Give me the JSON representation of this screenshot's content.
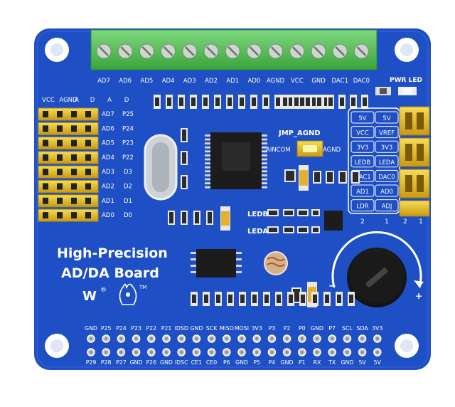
{
  "board": {
    "title_line1": "High-Precision",
    "title_line2": "AD/DA Board",
    "logo_mark": "W",
    "logo_reg": "®",
    "tm_mark": "TM",
    "colors": {
      "pcb": "#1f4fc4",
      "silkscreen": "#ffffff",
      "terminal": "#5fc45f",
      "header_gold": "#e8c31e",
      "chip": "#1c1c1c"
    }
  },
  "terminal_labels": [
    "AD7",
    "AD6",
    "AD5",
    "AD4",
    "AD3",
    "AD2",
    "AD1",
    "AD0",
    "AGND",
    "VCC",
    "GND",
    "DAC1",
    "DAC0"
  ],
  "pwr_led_label": "PWR LED",
  "left_header": {
    "top_labels": [
      "VCC",
      "AGND",
      "A",
      "D",
      "A",
      "D"
    ],
    "a_labels": [
      "AD7",
      "AD6",
      "AD5",
      "AD4",
      "AD3",
      "AD2",
      "AD1",
      "AD0"
    ],
    "d_labels": [
      "P25",
      "P24",
      "P23",
      "P22",
      "D3",
      "D2",
      "D1",
      "D0"
    ]
  },
  "jumper_grid": {
    "left": [
      "5V",
      "VCC",
      "3V3",
      "LEDB",
      "DAC1",
      "AD1",
      "LDR"
    ],
    "right": [
      "5V",
      "VREF",
      "3V3",
      "LEDA",
      "DAC0",
      "AD0",
      "ADJ"
    ],
    "bottom": [
      "2",
      "1",
      "2",
      "1"
    ]
  },
  "jmp_agnd": {
    "label": "JMP_AGND",
    "left": "AINCOM",
    "right": "AGND"
  },
  "led_labels": {
    "ledb": "LEDB",
    "leda": "LEDA"
  },
  "gpio_top": [
    "GND",
    "P25",
    "P24",
    "P23",
    "P22",
    "P21",
    "IDSD",
    "GND",
    "SCK",
    "MISO",
    "MOSI",
    "3V3",
    "P3",
    "P2",
    "P0",
    "GND",
    "P7",
    "SCL",
    "SDA",
    "3V3"
  ],
  "gpio_bottom": [
    "P29",
    "P28",
    "P27",
    "GND",
    "P26",
    "GND",
    "IDSC",
    "CE1",
    "CE0",
    "P6",
    "GND",
    "P5",
    "P4",
    "GND",
    "P1",
    "RX",
    "TX",
    "GND",
    "5V",
    "5V"
  ],
  "pot_signs": {
    "minus": "−",
    "plus": "+"
  }
}
